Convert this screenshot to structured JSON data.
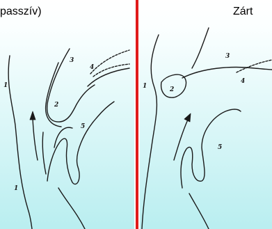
{
  "panels": {
    "left": {
      "title": "passzív)",
      "labels": [
        "1",
        "1",
        "2",
        "3",
        "4",
        "5"
      ]
    },
    "right": {
      "title": "Zárt",
      "labels": [
        "1",
        "2",
        "3",
        "4",
        "5"
      ]
    }
  },
  "colors": {
    "divider": "#e01b1b",
    "background_top": "#ffffff",
    "background_bottom": "#b9eef0",
    "ink": "#1a1a1a"
  }
}
